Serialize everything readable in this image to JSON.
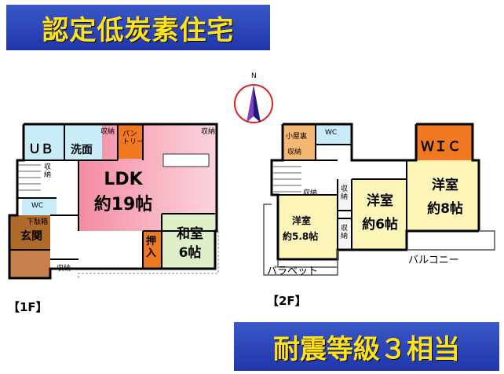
{
  "title": "認定低炭素住宅",
  "subtitle": "耐震等級３相当",
  "compass_label": "N",
  "floors": {
    "first": {
      "label": "【1F】",
      "rooms": {
        "ub": "ＵＢ",
        "washroom": "洗面",
        "pantry": "パン\nトリー",
        "storage_a": "収納",
        "storage_b": "収納",
        "storage_c": "収納",
        "storage_d": "収納",
        "ldk_name": "LDK",
        "ldk_size": "約19帖",
        "washitsu_name": "和室",
        "washitsu_size": "6帖",
        "oshiire": "押\n入",
        "wc": "WC",
        "shoe_box": "下駄箱",
        "genkan": "玄関"
      }
    },
    "second": {
      "label": "【2F】",
      "rooms": {
        "attic": "小屋裏",
        "attic_storage": "収納",
        "wc": "WC",
        "wic": "ＷＩＣ",
        "storage_a": "収納",
        "storage_b": "収納",
        "storage_c": "収納",
        "room1_name": "洋室",
        "room1_size": "約5.8帖",
        "room2_name": "洋室",
        "room2_size": "約6帖",
        "room3_name": "洋室",
        "room3_size": "約8帖",
        "balcony": "バルコニー",
        "parapet": "パラペット"
      }
    }
  },
  "colors": {
    "banner_text": "#ffe21a",
    "banner_bg": "#2a44b8",
    "ldk": "#f7a8b8",
    "washitsu": "#dff0c8",
    "western_room": "#fdf4b8",
    "wic": "#f07820",
    "attic": "#f5b872",
    "genkan": "#b06a2a",
    "water": "#c8ecf8"
  }
}
